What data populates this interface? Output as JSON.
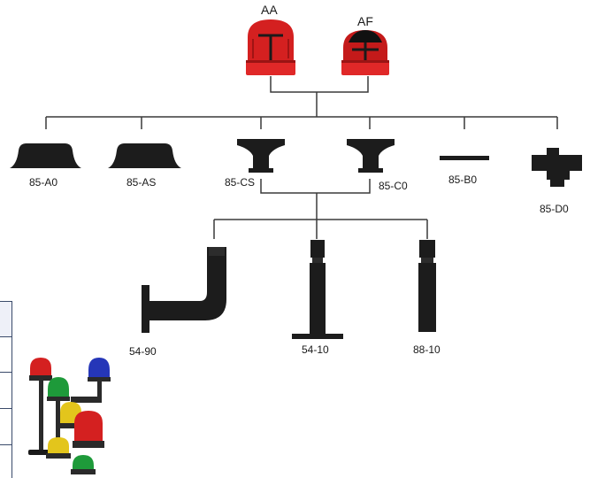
{
  "diagram": {
    "top_models": [
      {
        "id": "AA",
        "label": "AA"
      },
      {
        "id": "AF",
        "label": "AF"
      }
    ],
    "bases": [
      {
        "id": "85-A0",
        "label": "85-A0"
      },
      {
        "id": "85-AS",
        "label": "85-AS"
      },
      {
        "id": "85-CS",
        "label": "85-CS"
      },
      {
        "id": "85-C0",
        "label": "85-C0"
      },
      {
        "id": "85-B0",
        "label": "85-B0"
      },
      {
        "id": "85-D0",
        "label": "85-D0"
      }
    ],
    "poles": [
      {
        "id": "54-90",
        "label": "54-90"
      },
      {
        "id": "54-10",
        "label": "54-10"
      },
      {
        "id": "88-10",
        "label": "88-10"
      }
    ],
    "colors": {
      "line": "#3a3a3a",
      "part": "#1c1c1c",
      "red": "#d42020",
      "red_dark": "#8e1010",
      "green": "#1e9a3a",
      "blue": "#2536b8",
      "yellow": "#e3c51c"
    }
  }
}
